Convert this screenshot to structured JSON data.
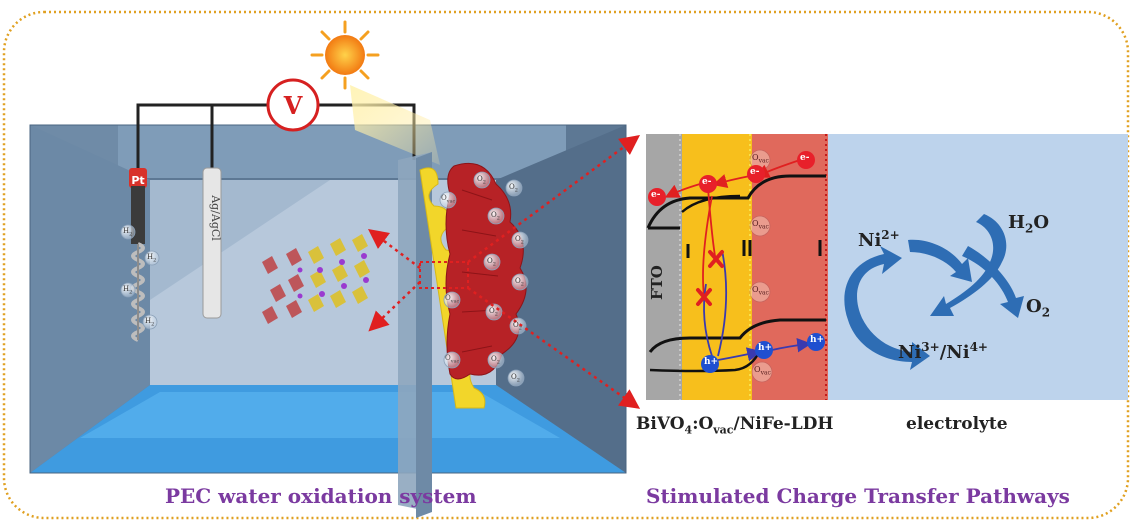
{
  "left_panel": {
    "caption": "PEC water oxidation system",
    "voltmeter_label": "V",
    "counter_electrode_label": "Pt",
    "reference_electrode_label": "Ag/AgCl",
    "bubble_label": "O",
    "bubble_subscript": "2",
    "ovac_label": "O",
    "ovac_subscript": "vac",
    "hydrogen_label": "H",
    "hydrogen_subscript": "2"
  },
  "right_panel": {
    "caption": "Stimulated Charge Transfer Pathways",
    "fto_label": "FTO",
    "electrode_label_parts": [
      "BiVO",
      "4",
      ":O",
      "vac",
      "/NiFe-LDH"
    ],
    "electrolyte_label": "electrolyte",
    "electron_label": "e-",
    "hole_label": "h+",
    "h2o_label": [
      "H",
      "2",
      "O"
    ],
    "o2_label": [
      "O",
      "2"
    ],
    "ni2_label": [
      "Ni",
      "2+"
    ],
    "ni34_label": [
      "Ni",
      "3+",
      "/Ni",
      "4+"
    ]
  },
  "colors": {
    "border": "#e0a020",
    "caption": "#7b3aa0",
    "fto": "#a6a6a6",
    "bivo4": "#f7bf1c",
    "ldh": "#e0695c",
    "electrolyte": "#bdd3ec",
    "electron": "#e8202a",
    "hole": "#1f4fd0",
    "cycle_arrow": "#2e6db4",
    "tank": "#6c8aa8"
  }
}
